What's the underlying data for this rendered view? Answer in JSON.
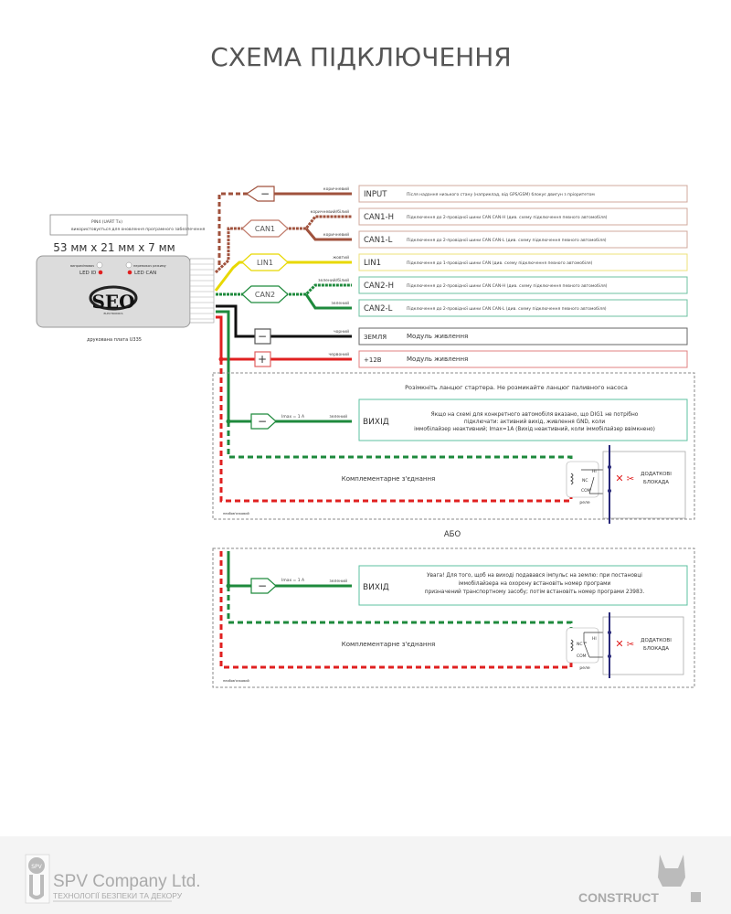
{
  "title": "СХЕМА ПІДКЛЮЧЕННЯ",
  "device": {
    "pin_note_title": "PIN4 (UART Tx)",
    "pin_note_text": "використовується для оновлення програмного забезпечення",
    "dimensions": "53 мм x 21 мм x 7 мм",
    "led_id_small": "випромінювач",
    "led_id": "LED ID",
    "led_can_small": "перемикач режиму",
    "led_can": "LED CAN",
    "logo": "SEO",
    "logo_sub": "ELECTRONICS",
    "board_label": "друкована плата U335"
  },
  "connectors": {
    "minus": "−",
    "plus": "+",
    "can1": "CAN1",
    "lin1": "LIN1",
    "can2": "CAN2"
  },
  "wires": [
    {
      "name": "INPUT",
      "color_label": "коричневий",
      "desc": "Після надання низького стану (наприклад, від GPS/GSM) блокує двигун з пріоритетом",
      "color": "#a0523d"
    },
    {
      "name": "CAN1-H",
      "color_label": "коричневий/білий",
      "desc": "Підключення до 2-провідної шини CAN CAN-H (див. схему підключення певного автомобіля)",
      "color": "#a0523d"
    },
    {
      "name": "CAN1-L",
      "color_label": "коричневий",
      "desc": "Підключення до 2-провідної шини CAN CAN-L (див. схему підключення певного автомобіля)",
      "color": "#a0523d"
    },
    {
      "name": "LIN1",
      "color_label": "жовтий",
      "desc": "Підключення до 1-провідної шини CAN (див. схему підключення певного автомобіля)",
      "color": "#e8d800"
    },
    {
      "name": "CAN2-H",
      "color_label": "зелений/білий",
      "desc": "Підключення до 2-провідної шини CAN CAN-H (див. схему підключення певного автомобіля)",
      "color": "#1e8a3c"
    },
    {
      "name": "CAN2-L",
      "color_label": "зелений",
      "desc": "Підключення до 2-провідної шини CAN CAN-L (див. схему підключення певного автомобіля)",
      "color": "#1e8a3c"
    },
    {
      "name": "ЗЕМЛЯ",
      "color_label": "чорний",
      "desc": "Модуль живлення",
      "color": "#111111"
    },
    {
      "name": "+12В",
      "color_label": "червоний",
      "desc": "Модуль живлення",
      "color": "#e02020"
    }
  ],
  "section1": {
    "header": "Розімкніть ланцюг стартера. Не розмикайте ланцюг паливного насоса",
    "imax": "Imax = 1 A",
    "color_label": "зелений",
    "output": "ВИХІД",
    "desc": [
      "Якщо на схемі для конкретного автомобіля вказано, що DIG1 не потрібно",
      "підключати: активний вихід, живлення GND, коли",
      "іммобілайзер неактивний; Imax=1A (Вихід неактивний, коли іммобілайзер ввімкнено)"
    ],
    "complementary": "Комплементарне з'єднання",
    "optional": "необов'язковий"
  },
  "or_label": "АБО",
  "section2": {
    "imax": "Imax = 1 A",
    "color_label": "зелений",
    "output": "ВИХІД",
    "desc": [
      "Увага! Для того, щоб на виході подавався імпульс на землю: при постановці",
      "іммобілайзера на охорону встановіть номер програми",
      "призначений транспортному засобу; потім встановіть номер програми 23983."
    ],
    "complementary": "Комплементарне з'єднання",
    "optional": "необов'язковий"
  },
  "relay": {
    "nc": "NC",
    "no": "НІ",
    "com": "COM",
    "label": "реле",
    "extra": [
      "ДОДАТКОВІ",
      "БЛОКАДА"
    ]
  },
  "footer": {
    "company": "SPV Company Ltd.",
    "tagline": "ТЕХНОЛОГІЇ БЕЗПЕКИ ТА ДЕКОРУ",
    "spv_badge": "SPV",
    "brand": "CONSTRUCT"
  }
}
